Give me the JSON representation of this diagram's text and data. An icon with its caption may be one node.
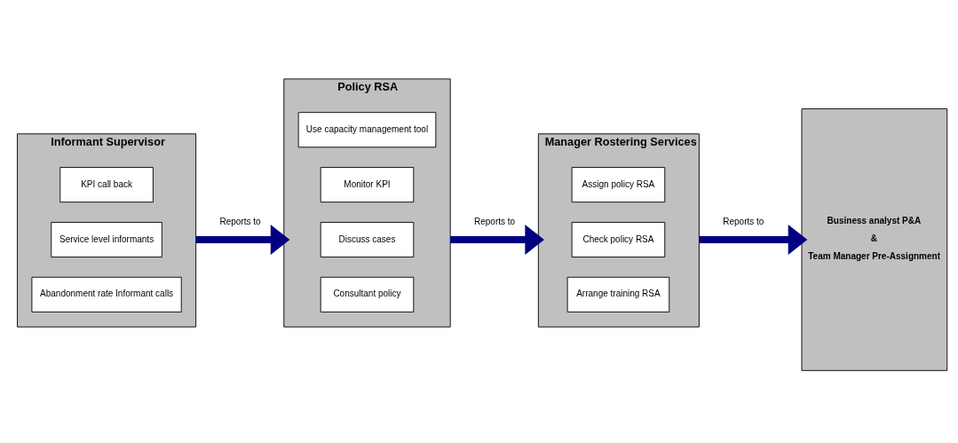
{
  "diagram": {
    "nodes": [
      {
        "text": [
          "Informant Supervisor"
        ]
      },
      {
        "text": [
          "KPI call back"
        ],
        "in": 0
      },
      {
        "text": [
          "Service level informants"
        ],
        "in": 0
      },
      {
        "text": [
          "Abandonment rate Informant calls"
        ],
        "in": 0
      },
      {
        "text": [
          "Policy RSA"
        ]
      },
      {
        "text": [
          "Use capacity management tool"
        ],
        "in": 4
      },
      {
        "text": [
          "Monitor KPI"
        ],
        "in": 4
      },
      {
        "text": [
          "Discuss cases"
        ],
        "in": 4
      },
      {
        "text": [
          "Consultant policy"
        ],
        "in": 4
      },
      {
        "text": [
          "Manager Rostering Services"
        ]
      },
      {
        "text": [
          "Assign policy RSA"
        ],
        "in": 9
      },
      {
        "text": [
          "Check policy RSA"
        ],
        "in": 9
      },
      {
        "text": [
          "Arrange training RSA"
        ],
        "in": 9
      },
      {
        "text": [
          "Business analyst P&A",
          "&",
          "Team Manager Pre-Assignment"
        ]
      }
    ],
    "edges": [
      {
        "from": 0,
        "to": 4,
        "arrow": "to",
        "label": "Reports to",
        "color": "#000080"
      },
      {
        "from": 4,
        "to": 9,
        "arrow": "to",
        "label": "Reports to",
        "color": "#000080"
      },
      {
        "from": 9,
        "to": 13,
        "arrow": "to",
        "label": "Reports to",
        "color": "#000080"
      }
    ]
  }
}
